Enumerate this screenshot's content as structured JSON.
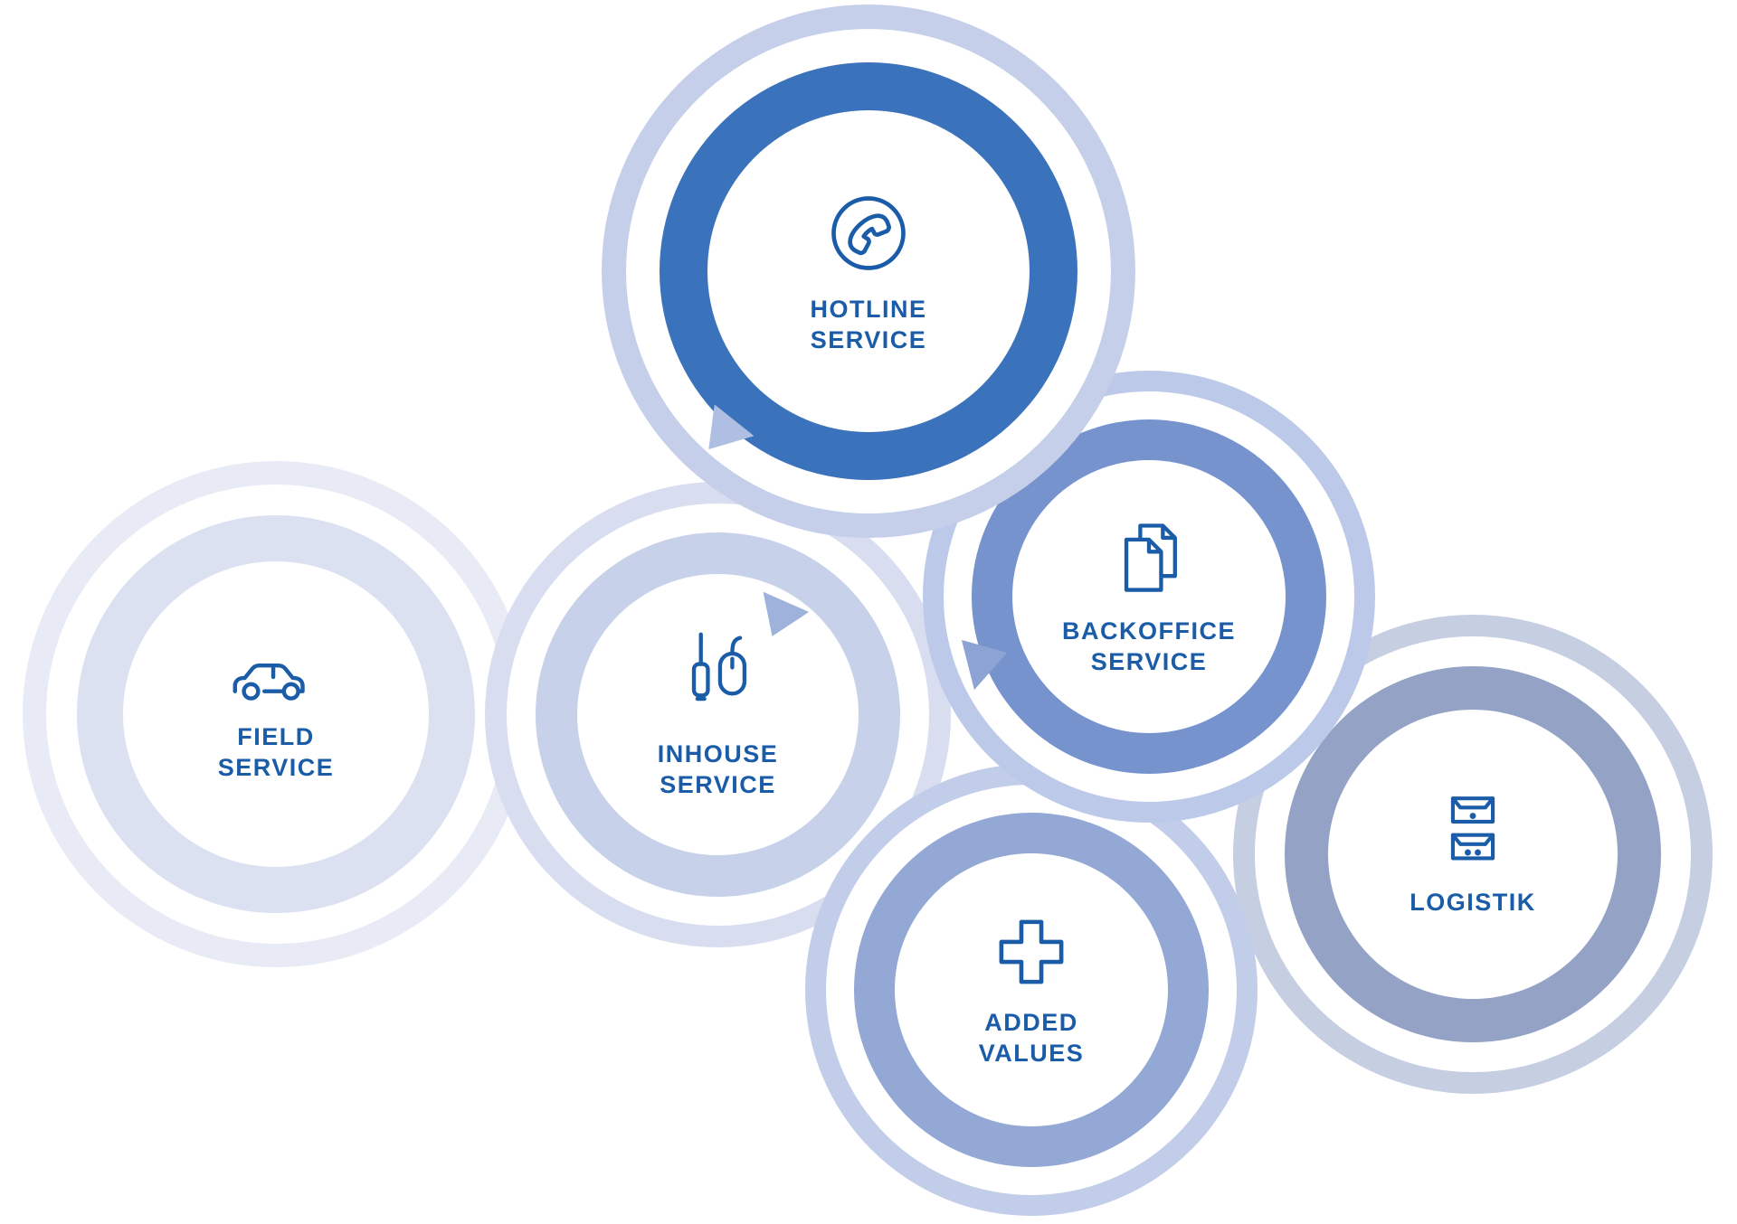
{
  "diagram": {
    "text_color": "#1A5CA8",
    "background_color": "#FFFFFF",
    "services": [
      {
        "id": "hotline",
        "label_line1": "HOTLINE",
        "label_line2": "SERVICE",
        "icon": "phone-icon",
        "ring_color": "#3A72BC",
        "halo_color": "#C5CFEA"
      },
      {
        "id": "backoffice",
        "label_line1": "BACKOFFICE",
        "label_line2": "SERVICE",
        "icon": "documents-icon",
        "ring_color": "#7693CE",
        "halo_color": "#BCC9E8"
      },
      {
        "id": "field",
        "label_line1": "FIELD",
        "label_line2": "SERVICE",
        "icon": "car-icon",
        "ring_color": "#DCE1F1",
        "halo_color": "#E8EBF6"
      },
      {
        "id": "inhouse",
        "label_line1": "INHOUSE",
        "label_line2": "SERVICE",
        "icon": "tools-icon",
        "ring_color": "#C7D1EA",
        "halo_color": "#D8DDF0"
      },
      {
        "id": "added",
        "label_line1": "ADDED",
        "label_line2": "VALUES",
        "icon": "plus-icon",
        "ring_color": "#93A8D5",
        "halo_color": "#C2CDE9"
      },
      {
        "id": "logistik",
        "label_line1": "LOGISTIK",
        "label_line2": "",
        "icon": "boxes-icon",
        "ring_color": "#93A2C5",
        "halo_color": "#C6CEE2"
      }
    ],
    "connectors": [
      {
        "id": "conn-1",
        "color": "#AFBFE3"
      },
      {
        "id": "conn-2",
        "color": "#9FB2DC"
      },
      {
        "id": "conn-3",
        "color": "#8CA3D3"
      }
    ]
  }
}
